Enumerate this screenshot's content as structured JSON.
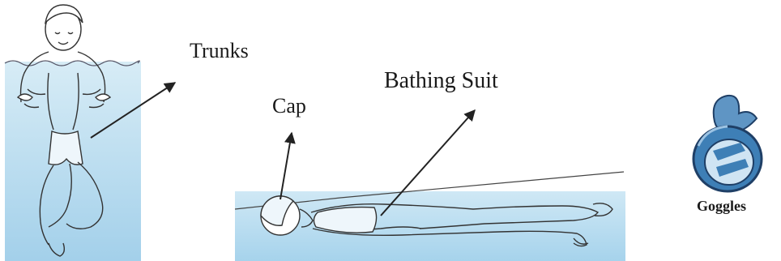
{
  "labels": {
    "trunks": "Trunks",
    "bathing_suit": "Bathing Suit",
    "cap": "Cap",
    "goggles": "Goggles"
  },
  "colors": {
    "water_top": "#d7ecf6",
    "water_bottom": "#9ccde8",
    "line": "#333333",
    "goggle_blue": "#3e7fb6"
  },
  "icons": {
    "goggles": "goggles-icon"
  }
}
